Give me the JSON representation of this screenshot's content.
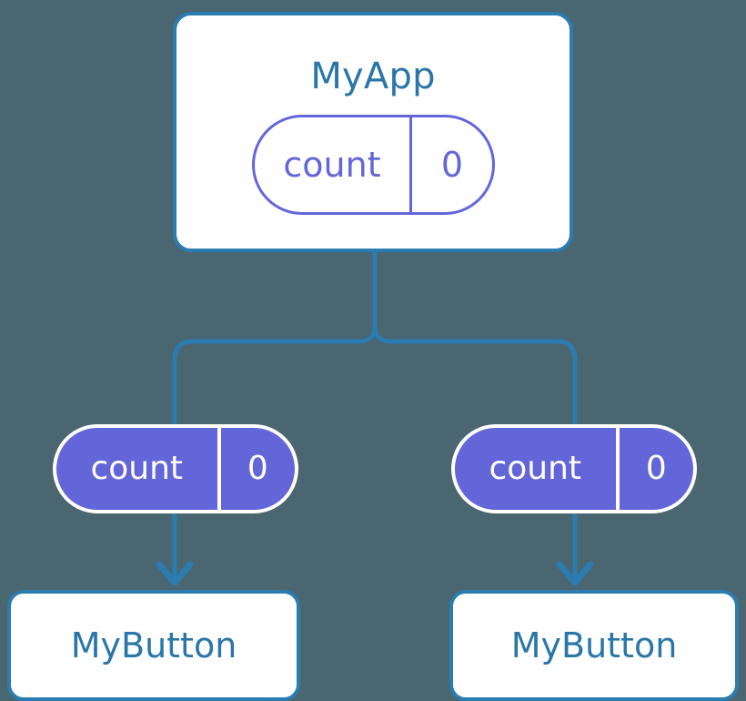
{
  "diagram": {
    "title": "React component state propagation tree",
    "background_color": "#4a6670",
    "accent_line_color": "#2b7cb0",
    "component_text_color": "#2a76a8",
    "state_pill_color": "#6366d8",
    "state_pill_text_color": "#ffffff"
  },
  "root": {
    "component_name": "MyApp",
    "state": {
      "key": "count",
      "value": "0"
    }
  },
  "children": [
    {
      "state": {
        "key": "count",
        "value": "0"
      },
      "component_name": "MyButton"
    },
    {
      "state": {
        "key": "count",
        "value": "0"
      },
      "component_name": "MyButton"
    }
  ]
}
